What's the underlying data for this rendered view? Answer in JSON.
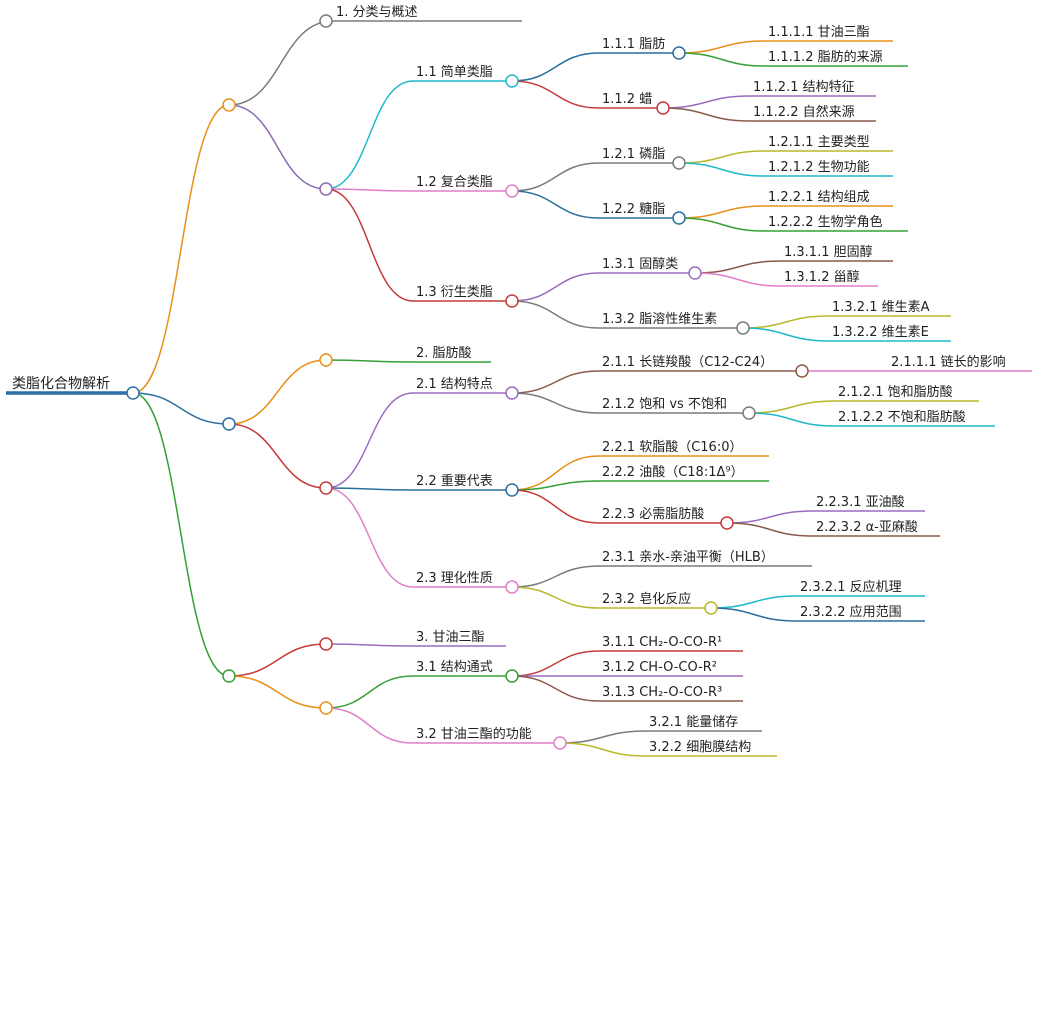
{
  "root": {
    "label": "类脂化合物解析",
    "color": "#2e6ea6"
  },
  "nodes": {
    "n_a": {
      "label": "",
      "color": "#e8901a"
    },
    "n_a1": {
      "label": "1. 分类与概述",
      "color": "#7a7a7a"
    },
    "n_a2": {
      "label": "",
      "color": "#8c6bb0"
    },
    "n_a21": {
      "label": "1.1 简单类脂",
      "color": "#1fb8c8"
    },
    "n_a211": {
      "label": "1.1.1 脂肪",
      "color": "#2a6e9e"
    },
    "n_a2111": {
      "label": "1.1.1.1 甘油三酯",
      "color": "#e8901a"
    },
    "n_a2112": {
      "label": "1.1.1.2 脂肪的来源",
      "color": "#35a035"
    },
    "n_a212": {
      "label": "1.1.2 蜡",
      "color": "#c63a3a"
    },
    "n_a2121": {
      "label": "1.1.2.1 结构特征",
      "color": "#9a6bbf"
    },
    "n_a2122": {
      "label": "1.1.2.2 自然来源",
      "color": "#8a5a4a"
    },
    "n_a22": {
      "label": "1.2 复合类脂",
      "color": "#df7fc8"
    },
    "n_a221": {
      "label": "1.2.1 磷脂",
      "color": "#7a7a7a"
    },
    "n_a2211": {
      "label": "1.2.1.1 主要类型",
      "color": "#b8b82a"
    },
    "n_a2212": {
      "label": "1.2.1.2 生物功能",
      "color": "#1fb8c8"
    },
    "n_a222": {
      "label": "1.2.2 糖脂",
      "color": "#2a6e9e"
    },
    "n_a2221": {
      "label": "1.2.2.1 结构组成",
      "color": "#e8901a"
    },
    "n_a2222": {
      "label": "1.2.2.2 生物学角色",
      "color": "#35a035"
    },
    "n_a23": {
      "label": "1.3 衍生类脂",
      "color": "#c63a3a"
    },
    "n_a231": {
      "label": "1.3.1 固醇类",
      "color": "#9a6bbf"
    },
    "n_a2311": {
      "label": "1.3.1.1 胆固醇",
      "color": "#8a5a4a"
    },
    "n_a2312": {
      "label": "1.3.1.2 甾醇",
      "color": "#df7fc8"
    },
    "n_a232": {
      "label": "1.3.2 脂溶性维生素",
      "color": "#7a7a7a"
    },
    "n_a2321": {
      "label": "1.3.2.1 维生素A",
      "color": "#b8b82a"
    },
    "n_a2322": {
      "label": "1.3.2.2 维生素E",
      "color": "#1fb8c8"
    },
    "n_b": {
      "label": "",
      "color": "#2a6e9e"
    },
    "n_b1": {
      "label": "2. 脂肪酸",
      "color": "#35a035"
    },
    "n_b1c": {
      "label": "",
      "color": "#e8901a"
    },
    "n_b2": {
      "label": "",
      "color": "#c63a3a"
    },
    "n_b21": {
      "label": "2.1 结构特点",
      "color": "#9a6bbf"
    },
    "n_b211": {
      "label": "2.1.1 长链羧酸（C12-C24）",
      "color": "#8a5a4a"
    },
    "n_b2111": {
      "label": "2.1.1.1 链长的影响",
      "color": "#df7fc8"
    },
    "n_b212": {
      "label": "2.1.2 饱和 vs 不饱和",
      "color": "#7a7a7a"
    },
    "n_b2121": {
      "label": "2.1.2.1 饱和脂肪酸",
      "color": "#b8b82a"
    },
    "n_b2122": {
      "label": "2.1.2.2 不饱和脂肪酸",
      "color": "#1fb8c8"
    },
    "n_b22": {
      "label": "2.2 重要代表",
      "color": "#2a6e9e"
    },
    "n_b221": {
      "label": "2.2.1 软脂酸（C16:0）",
      "color": "#e8901a"
    },
    "n_b222": {
      "label": "2.2.2 油酸（C18:1Δ⁹）",
      "color": "#35a035"
    },
    "n_b223": {
      "label": "2.2.3 必需脂肪酸",
      "color": "#c63a3a"
    },
    "n_b2231": {
      "label": "2.2.3.1 亚油酸",
      "color": "#9a6bbf"
    },
    "n_b2232": {
      "label": "2.2.3.2 α-亚麻酸",
      "color": "#8a5a4a"
    },
    "n_b23": {
      "label": "2.3 理化性质",
      "color": "#df7fc8"
    },
    "n_b231": {
      "label": "2.3.1 亲水-亲油平衡（HLB）",
      "color": "#7a7a7a"
    },
    "n_b232": {
      "label": "2.3.2 皂化反应",
      "color": "#b8b82a"
    },
    "n_b2321": {
      "label": "2.3.2.1 反应机理",
      "color": "#1fb8c8"
    },
    "n_b2322": {
      "label": "2.3.2.2 应用范围",
      "color": "#2a6e9e"
    },
    "n_c": {
      "label": "",
      "color": "#35a035"
    },
    "n_c1": {
      "label": "3. 甘油三酯",
      "color": "#9a6bbf"
    },
    "n_c1c": {
      "label": "",
      "color": "#c63a3a"
    },
    "n_c2": {
      "label": "",
      "color": "#e8901a"
    },
    "n_c21": {
      "label": "3.1 结构通式",
      "color": "#35a035"
    },
    "n_c211": {
      "label": "3.1.1 CH₂-O-CO-R¹",
      "color": "#c63a3a"
    },
    "n_c212": {
      "label": "3.1.2 CH-O-CO-R²",
      "color": "#9a6bbf"
    },
    "n_c213": {
      "label": "3.1.3 CH₂-O-CO-R³",
      "color": "#8a5a4a"
    },
    "n_c22": {
      "label": "3.2 甘油三酯的功能",
      "color": "#df7fc8"
    },
    "n_c221": {
      "label": "3.2.1 能量储存",
      "color": "#7a7a7a"
    },
    "n_c222": {
      "label": "3.2.2 细胞膜结构",
      "color": "#b8b82a"
    }
  }
}
